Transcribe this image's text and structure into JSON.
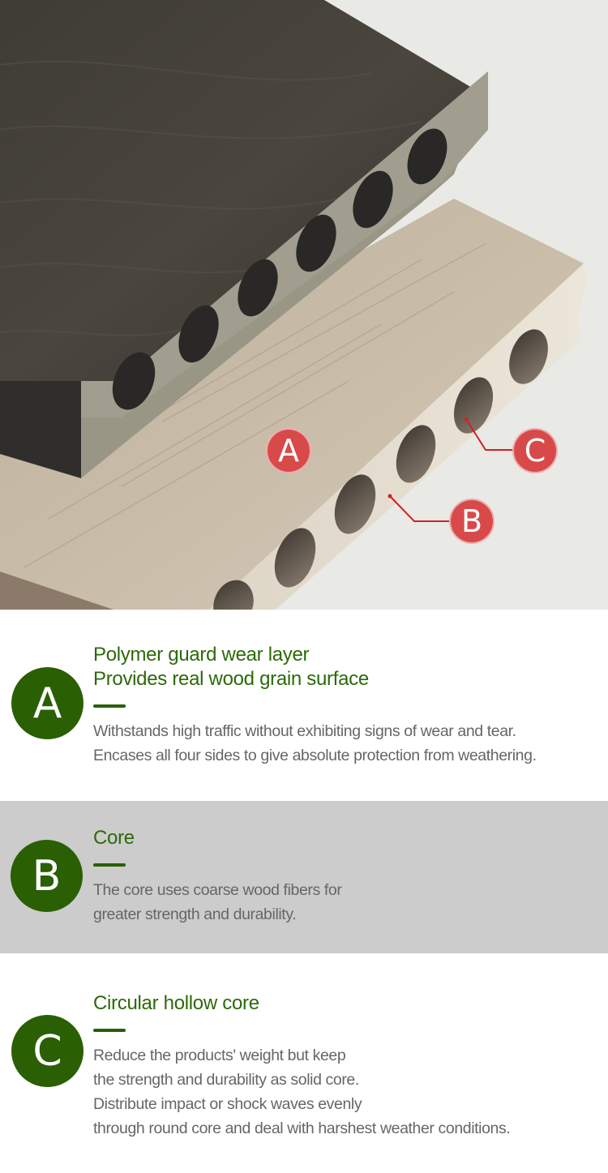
{
  "photo": {
    "description": "Close-up of dark and light composite decking boards showing circular hollow cores",
    "callouts": [
      {
        "label": "A",
        "target": "wear-layer"
      },
      {
        "label": "B",
        "target": "core"
      },
      {
        "label": "C",
        "target": "hollow-core"
      }
    ],
    "colors": {
      "callout_red": "#d84a4a",
      "dark_board": "#3a3833",
      "light_board": "#c9bca8",
      "background": "#e9e9e6"
    }
  },
  "features": [
    {
      "badge": "A",
      "title_lines": [
        "Polymer guard wear layer",
        "Provides real wood grain surface"
      ],
      "desc_lines": [
        "Withstands  high  traffic without exhibiting signs of wear and tear.",
        "Encases all four sides to give absolute protection from weathering."
      ]
    },
    {
      "badge": "B",
      "title_lines": [
        "Core"
      ],
      "desc_lines": [
        "The core uses coarse wood fibers for",
        "greater strength and durability."
      ]
    },
    {
      "badge": "C",
      "title_lines": [
        "Circular hollow core"
      ],
      "desc_lines": [
        "Reduce the products' weight but keep",
        "the strength and durability as solid core.",
        "Distribute impact or shock waves evenly",
        "through round core and deal with harshest weather conditions."
      ]
    }
  ],
  "theme": {
    "accent_green": "#2a5f03",
    "title_green": "#2c6a08",
    "body_gray": "#666666",
    "band_gray": "#cccccc"
  }
}
